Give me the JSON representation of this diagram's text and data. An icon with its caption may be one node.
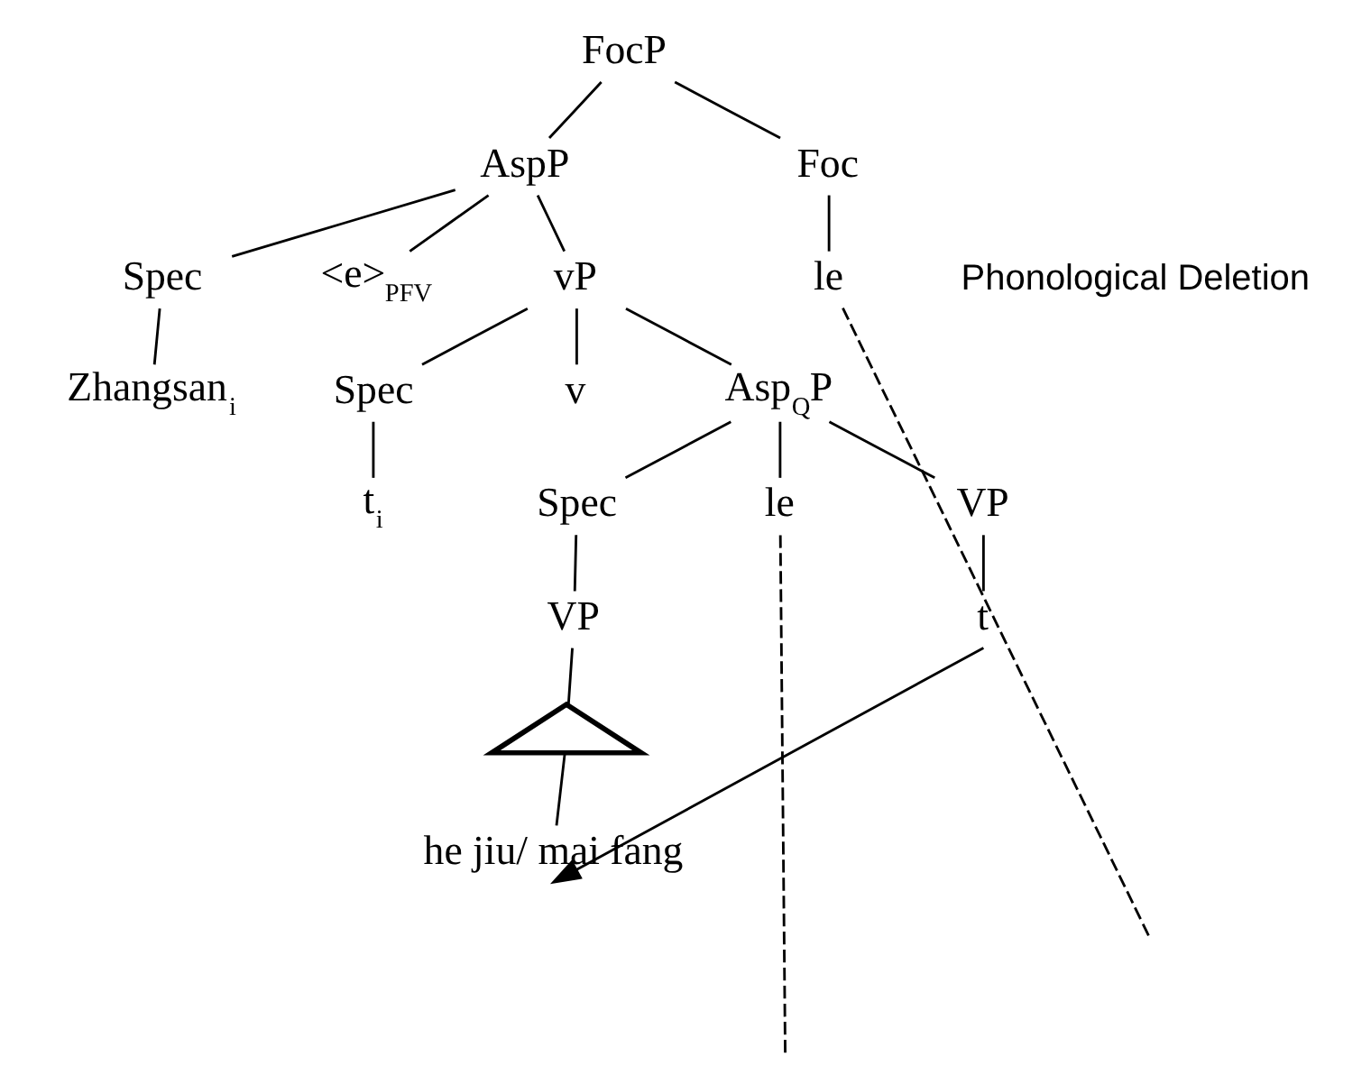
{
  "diagram": {
    "nodes": [
      {
        "text": [
          "FocP"
        ]
      },
      {
        "text": [
          "AspP"
        ]
      },
      {
        "text": [
          "Foc"
        ]
      },
      {
        "text": [
          "Spec"
        ]
      },
      {
        "text": [
          "<e>$_{PFV}$"
        ]
      },
      {
        "text": [
          "vP"
        ]
      },
      {
        "text": [
          "le"
        ]
      },
      {
        "text": [
          "Zhangsan$_{i}$"
        ]
      },
      {
        "text": [
          "Spec"
        ]
      },
      {
        "text": [
          "v"
        ]
      },
      {
        "text": [
          "Asp$_{Q}$P"
        ]
      },
      {
        "text": [
          "t$_{i}$"
        ]
      },
      {
        "text": [
          "Spec"
        ]
      },
      {
        "text": [
          "le"
        ]
      },
      {
        "text": [
          "VP"
        ]
      },
      {
        "text": [
          "VP"
        ]
      },
      {
        "text": [],
        "shape": "triangle"
      },
      {
        "text": [
          "he jiu/ mai fang"
        ]
      },
      {
        "text": [
          "t"
        ]
      }
    ],
    "edges": [
      {
        "from": 0,
        "to": 1,
        "arrow": "none"
      },
      {
        "from": 0,
        "to": 2,
        "arrow": "none"
      },
      {
        "from": 1,
        "to": 3,
        "arrow": "none"
      },
      {
        "from": 1,
        "to": 4,
        "arrow": "none"
      },
      {
        "from": 1,
        "to": 5,
        "arrow": "none"
      },
      {
        "from": 2,
        "to": 6,
        "arrow": "none"
      },
      {
        "from": 3,
        "to": 7,
        "arrow": "none"
      },
      {
        "from": 5,
        "to": 8,
        "arrow": "none"
      },
      {
        "from": 5,
        "to": 9,
        "arrow": "none"
      },
      {
        "from": 5,
        "to": 10,
        "arrow": "none"
      },
      {
        "from": 8,
        "to": 11,
        "arrow": "none"
      },
      {
        "from": 10,
        "to": 12,
        "arrow": "none"
      },
      {
        "from": 10,
        "to": 13,
        "arrow": "none"
      },
      {
        "from": 10,
        "to": 14,
        "arrow": "none"
      },
      {
        "from": 12,
        "to": 15,
        "arrow": "none"
      },
      {
        "from": 15,
        "to": 16,
        "arrow": "none"
      },
      {
        "from": 16,
        "to": 17,
        "arrow": "none"
      },
      {
        "from": 14,
        "to": 18,
        "arrow": "none"
      },
      {
        "from": 18,
        "to": 17,
        "arrow": "to"
      },
      {
        "from": 6,
        "to": null,
        "arrow": "none",
        "style": "dashed"
      },
      {
        "from": 13,
        "to": null,
        "arrow": "none",
        "style": "dashed"
      }
    ],
    "labels": [
      "Phonological Deletion"
    ]
  }
}
